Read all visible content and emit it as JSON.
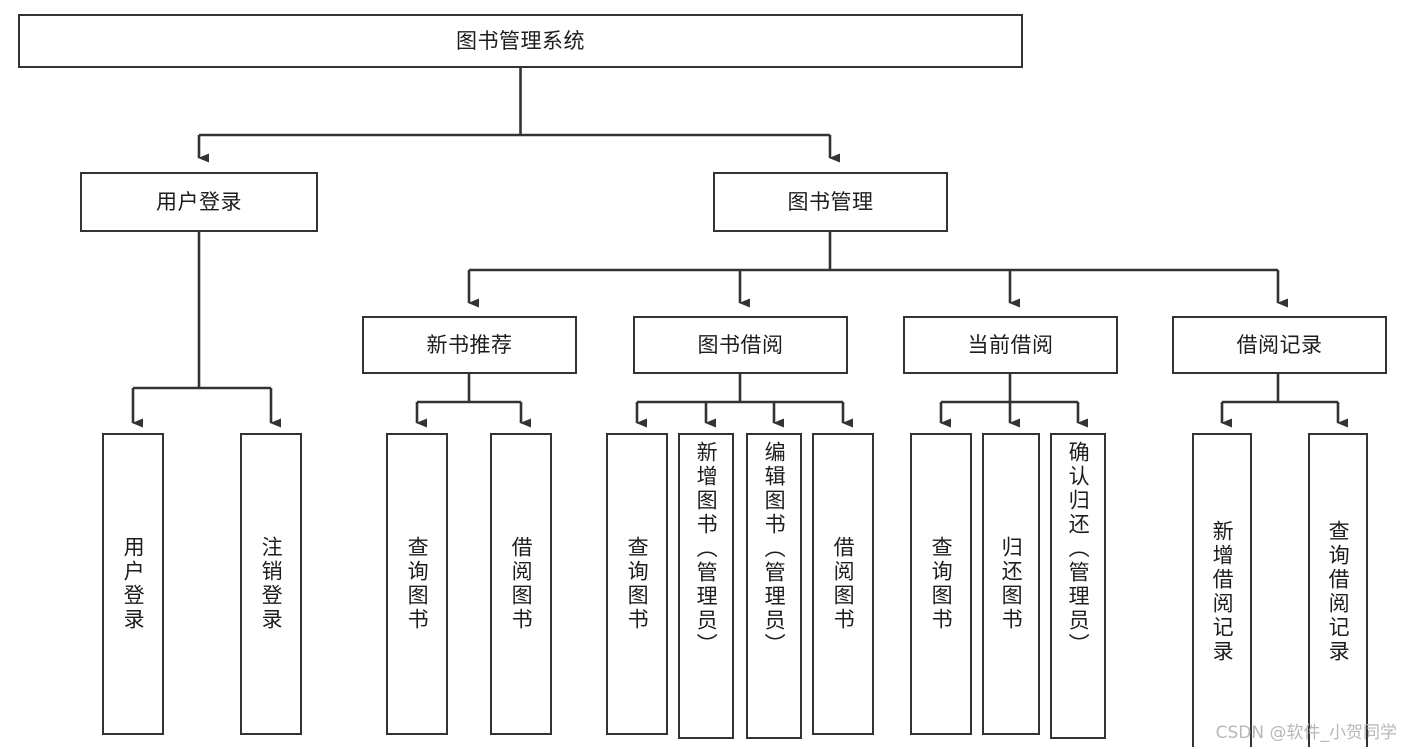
{
  "diagram": {
    "type": "tree",
    "title": "图书管理系统",
    "stroke_color": "#333333",
    "background_color": "#ffffff",
    "text_color": "#1d1d1d",
    "root": {
      "label": "图书管理系统"
    },
    "level2": [
      {
        "label": "用户登录"
      },
      {
        "label": "图书管理"
      }
    ],
    "level3": [
      {
        "label": "新书推荐"
      },
      {
        "label": "图书借阅"
      },
      {
        "label": "当前借阅"
      },
      {
        "label": "借阅记录"
      }
    ],
    "leaves": {
      "user_login": [
        {
          "label": "用户登录"
        },
        {
          "label": "注销登录"
        }
      ],
      "new_book_recommend": [
        {
          "label": "查询图书"
        },
        {
          "label": "借阅图书"
        }
      ],
      "book_borrow": [
        {
          "label": "查询图书"
        },
        {
          "label": "新增图书（管理员）"
        },
        {
          "label": "编辑图书（管理员）"
        },
        {
          "label": "借阅图书"
        }
      ],
      "current_borrow": [
        {
          "label": "查询图书"
        },
        {
          "label": "归还图书"
        },
        {
          "label": "确认归还（管理员）"
        }
      ],
      "borrow_record": [
        {
          "label": "新增借阅记录"
        },
        {
          "label": "查询借阅记录"
        }
      ]
    }
  },
  "watermark": {
    "text": "CSDN @软件_小贺同学"
  }
}
